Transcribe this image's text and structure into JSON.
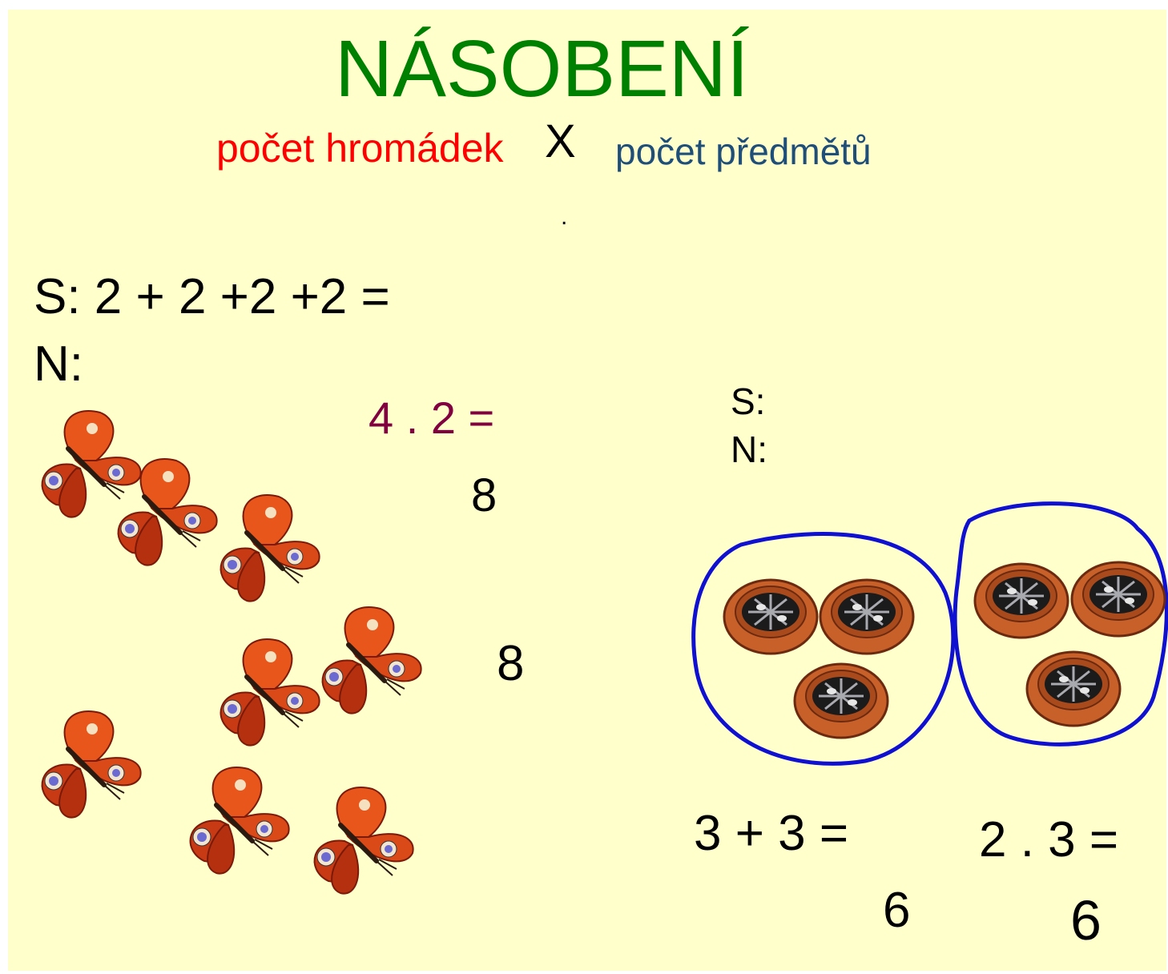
{
  "title": "NÁSOBENÍ",
  "subtitle": {
    "left": "počet hromádek",
    "operator": "X",
    "right": "počet předmětů",
    "dot": "."
  },
  "butterflies": {
    "s_line": "S: 2 + 2 +2 +2 =",
    "n_line": "N:",
    "multiplication": "4 . 2 =",
    "result_mult": "8",
    "result_sum": "8",
    "count": 8
  },
  "baskets": {
    "s_label": "S:",
    "n_label": "N:",
    "addition": "3 + 3 =",
    "multiplication": "2 . 3 =",
    "result_sum": "6",
    "result_mult": "6",
    "groups": 2,
    "items_per_group": 3
  },
  "colors": {
    "background": "#ffffcc",
    "title": "#008000",
    "left_label": "#ff0000",
    "right_label": "#1f4e79",
    "multiplication_text": "#800040",
    "circle_stroke": "#1010d0",
    "basket": "#c8602a"
  },
  "icons": [
    "butterfly-icon",
    "basket-icon"
  ]
}
